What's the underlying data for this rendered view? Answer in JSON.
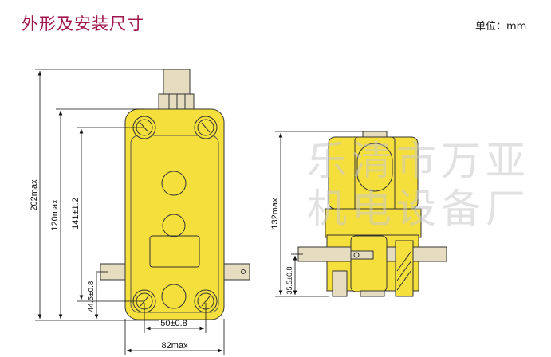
{
  "header": {
    "title": "外形及安装尺寸",
    "unit": "单位：mm"
  },
  "front_view": {
    "dim_total_height": "202max",
    "dim_body_height": "120max",
    "dim_mount_hole_vertical": "141±1.2",
    "dim_tab_height": "44.5±0.8",
    "dim_mount_hole_horizontal": "50±0.8",
    "dim_body_width": "82max"
  },
  "side_view": {
    "dim_total_height": "132max",
    "dim_shaft_height": "35.5±0.8"
  },
  "watermark": "乐清市万亚机电设备厂",
  "colors": {
    "title": "#a0174f",
    "body": "#f5df3c",
    "accessory": "#e6dcc0"
  }
}
